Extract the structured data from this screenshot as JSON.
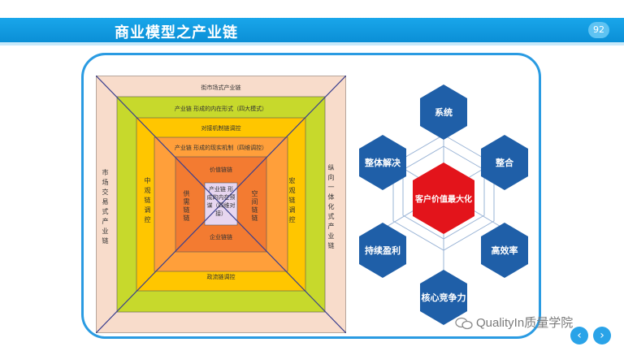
{
  "header": {
    "title": "商业模型之产业链",
    "page_number": "92"
  },
  "pyramid": {
    "top_label": "街市场式产业链",
    "bottom_label": "政流链调控",
    "left_label": "市场交易式产业链",
    "right_label": "纵向一体化式产业链",
    "ring2_top": "产业链 形成的内在形式（四大模式）",
    "ring2_left": "中观链调控",
    "ring2_right": "宏观链调控",
    "ring3_top": "对接机制链调控",
    "ring4_top": "产业链 形成的现实机制（四维调控）",
    "ring5_top": "价值链链",
    "ring5_left": "供需链链",
    "ring5_right": "空间链链",
    "ring5_bottom": "企业链链",
    "center": "产业链 形成的内在预谋（四维对接）"
  },
  "hexagons": {
    "center": "客户价值最大化",
    "top": "系统",
    "upper_left": "整体解决",
    "upper_right": "整合",
    "lower_left": "持续盈利",
    "lower_right": "高效率",
    "bottom": "核心竞争力"
  },
  "colors": {
    "header": "#0b8fd6",
    "hex_blue": "#1f5fa8",
    "hex_red": "#e3141b"
  },
  "watermark": {
    "text": "QualityIn质量学院",
    "icon": "wechat-icon"
  },
  "nav": {
    "prev": "‹",
    "next": "›"
  }
}
